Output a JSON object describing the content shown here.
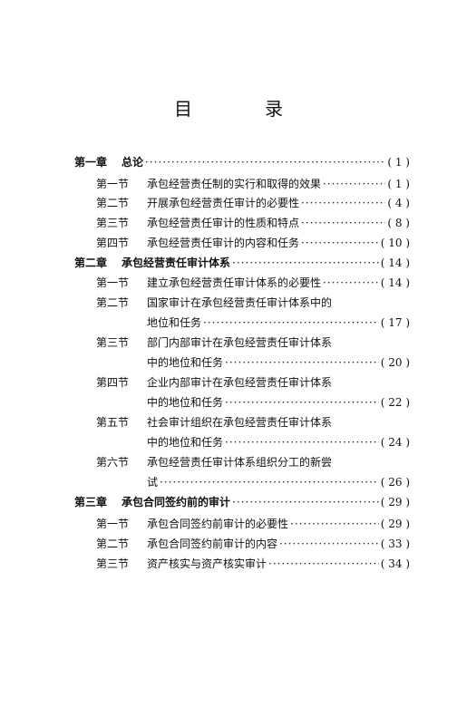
{
  "title": "目　录",
  "entries": [
    {
      "label": "第一章",
      "text": "总论",
      "page": "( 1 )",
      "chapter": true
    },
    {
      "label": "第一节",
      "text": "承包经营责任制的实行和取得的效果",
      "page": "( 1 )"
    },
    {
      "label": "第二节",
      "text": "开展承包经营责任审计的必要性",
      "page": "( 4 )"
    },
    {
      "label": "第三节",
      "text": "承包经营责任审计的性质和特点",
      "page": "( 8 )"
    },
    {
      "label": "第四节",
      "text": "承包经营责任审计的内容和任务",
      "page": "( 10 )"
    },
    {
      "label": "第二章",
      "text": "承包经营责任审计体系",
      "page": "( 14 )",
      "chapter": true
    },
    {
      "label": "第一节",
      "text": "建立承包经营责任审计体系的必要性",
      "page": "( 14 )"
    },
    {
      "label": "第二节",
      "text": "国家审计在承包经营责任审计体系中的",
      "cont": "地位和任务",
      "page": "( 17 )"
    },
    {
      "label": "第三节",
      "text": "部门内部审计在承包经营责任审计体系",
      "cont": "中的地位和任务",
      "page": "( 20 )"
    },
    {
      "label": "第四节",
      "text": "企业内部审计在承包经营责任审计体系",
      "cont": "中的地位和任务",
      "page": "( 22 )"
    },
    {
      "label": "第五节",
      "text": "社会审计组织在承包经营责任审计体系",
      "cont": "中的地位和任务",
      "page": "( 24 )"
    },
    {
      "label": "第六节",
      "text": "承包经营责任审计体系组织分工的新尝",
      "cont": "试",
      "page": "( 26 )"
    },
    {
      "label": "第三章",
      "text": "承包合同签约前的审计",
      "page": "( 29 )",
      "chapter": true
    },
    {
      "label": "第一节",
      "text": "承包合同签约前审计的必要性",
      "page": "( 29 )"
    },
    {
      "label": "第二节",
      "text": "承包合同签约前审计的内容",
      "page": "( 33 )"
    },
    {
      "label": "第三节",
      "text": "资产核实与资产核实审计",
      "page": "( 34 )"
    }
  ]
}
